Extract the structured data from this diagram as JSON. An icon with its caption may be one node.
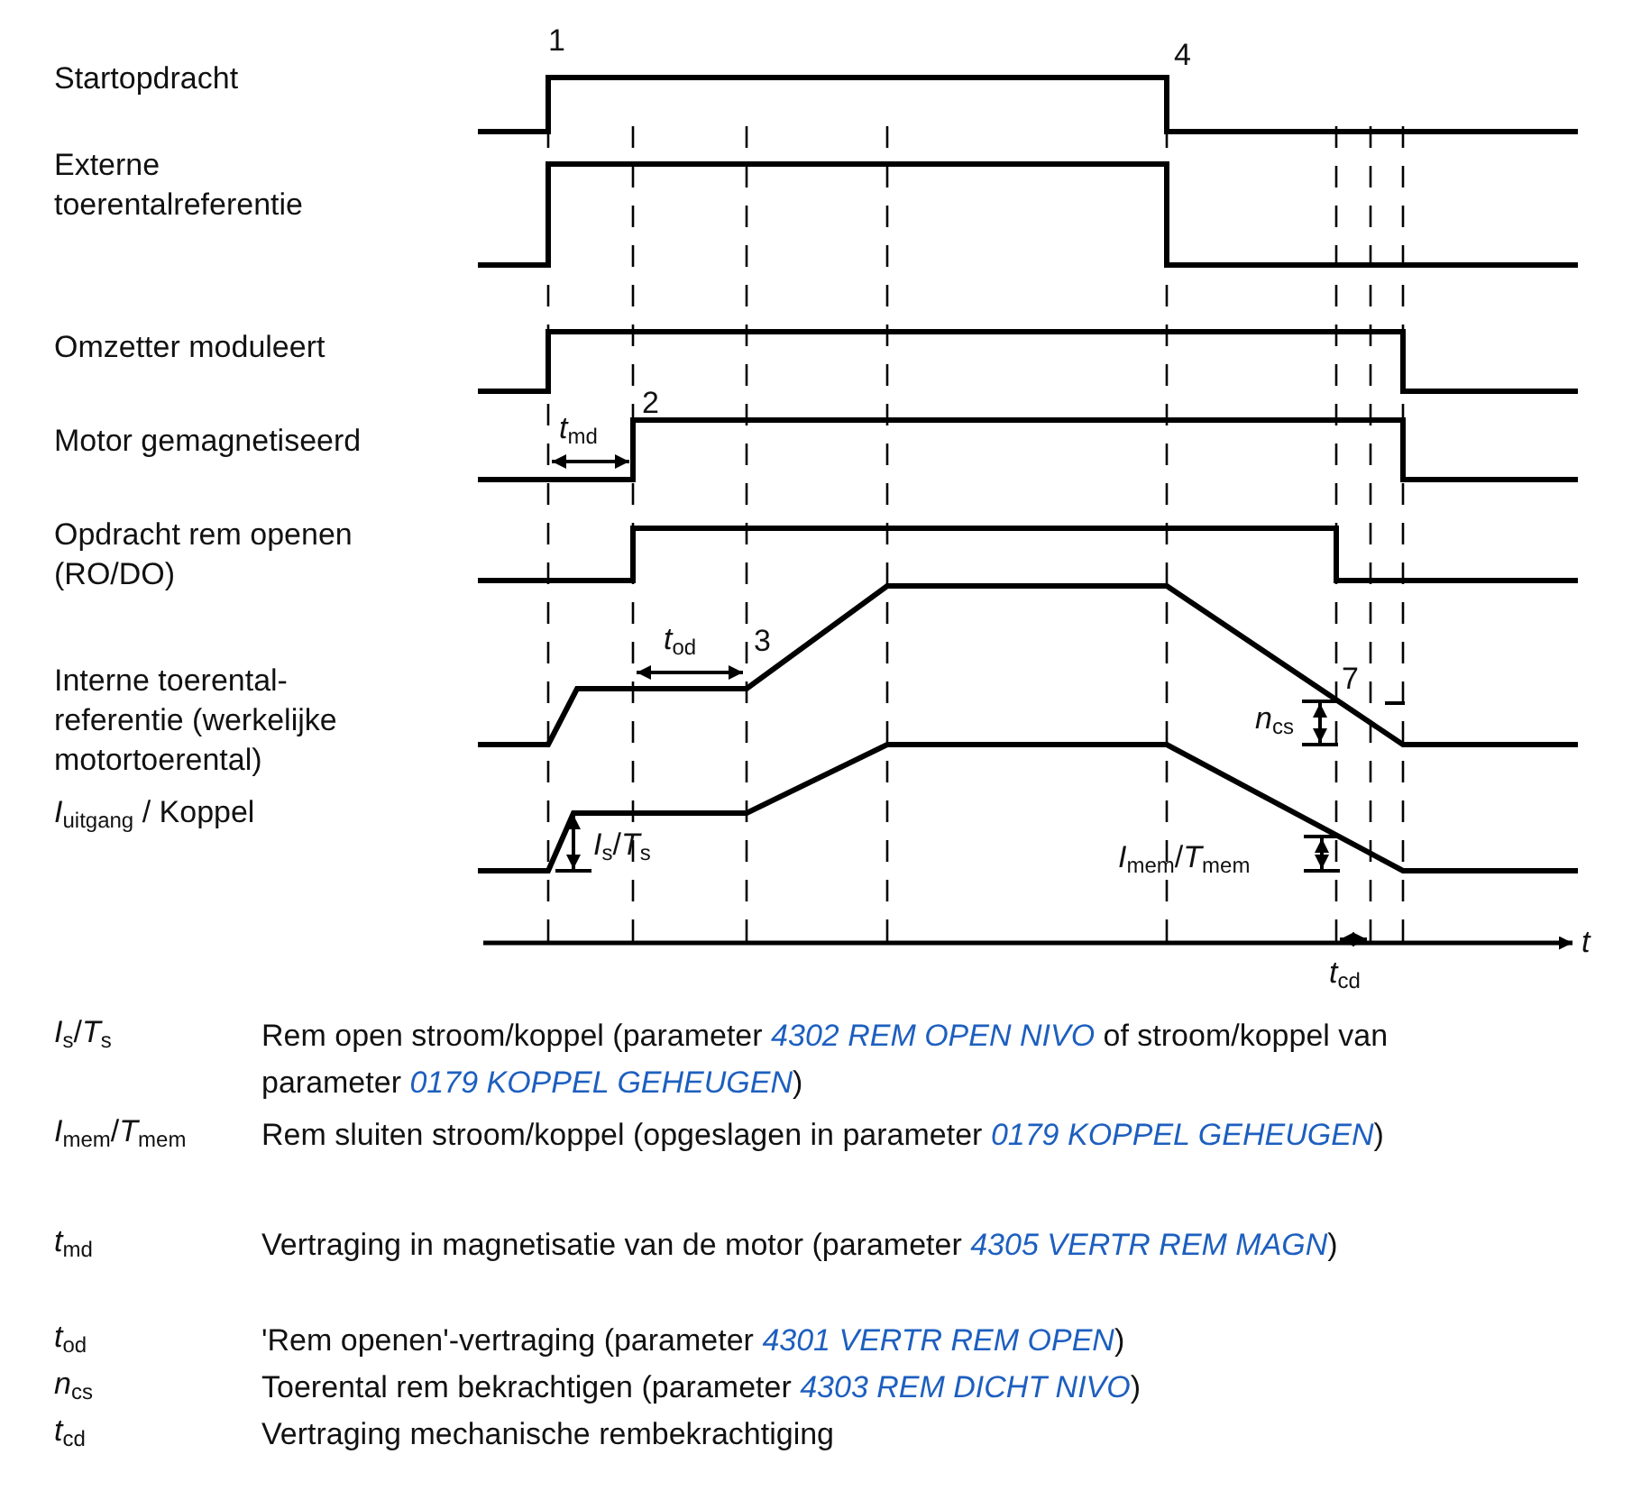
{
  "diagram": {
    "labels": [
      "Startopdracht",
      "1",
      "4",
      "Externe toerentalreferentie",
      "Omzetter moduleert",
      "Motor gemagnetiseerd",
      "*t*$_{md}$",
      "2",
      "Opdracht rem openen (RO/DO)",
      "Interne toerental- referentie (werkelijke motortoerental)",
      "*t*$_{od}$",
      "3",
      "7",
      "*n*$_{cs}$",
      "*I*$_{uitgang}$ / Koppel",
      "*I*$_{s}$/*T*$_{s}$",
      "*I*$_{mem}$/*T*$_{mem}$",
      "*t*",
      "*t*$_{cd}$",
      "*I*$_{s}$/*T*$_{s}$",
      "Rem open stroom/koppel (parameter *4302 REM OPEN NIVO* of stroom/koppel van parameter *0179 KOPPEL GEHEUGEN*)",
      "*I*$_{mem}$/*T*$_{mem}$",
      "Rem sluiten stroom/koppel  (opgeslagen in parameter *0179 KOPPEL GEHEUGEN*)",
      "*t*$_{md}$",
      "Vertraging in magnetisatie van de motor (parameter *4305 VERTR REM MAGN*)",
      "*t*$_{od}$",
      "'Rem openen'-vertraging (parameter *4301 VERTR REM OPEN*)",
      "*n*$_{cs}$",
      "Toerental rem bekrachtigen (parameter *4303 REM DICHT NIVO*)",
      "*t*$_{cd}$",
      "Vertraging mechanische rembekrachtiging"
    ]
  }
}
